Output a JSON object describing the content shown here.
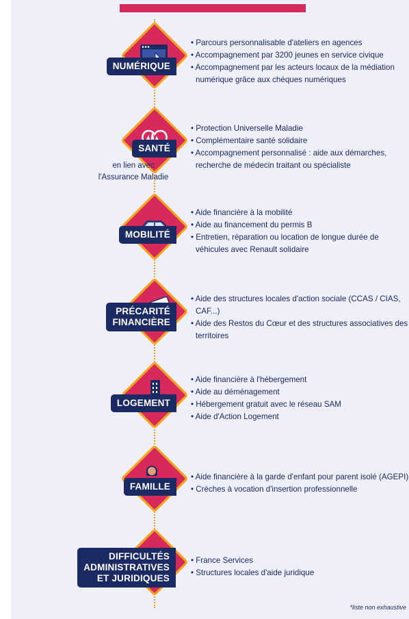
{
  "rows": [
    {
      "label": [
        "NUMÉRIQUE"
      ],
      "sublabel": [],
      "icon": "computer-cursor-icon",
      "items": [
        "Parcours personnalisable d'ateliers en agences",
        "Accompagnement par 3200 jeunes en service civique",
        "Accompagnement par les acteurs locaux de la médiation numérique grâce aux chèques numériques"
      ]
    },
    {
      "label": [
        "SANTÉ"
      ],
      "sublabel": [
        "en lien avec",
        "l'Assurance Maladie"
      ],
      "icon": "heartbeat-icon",
      "items": [
        "Protection Universelle Maladie",
        "Complémentaire santé solidaire",
        "Accompagnement personnalisé : aide aux démarches, recherche de médecin traitant ou spécialiste"
      ]
    },
    {
      "label": [
        "MOBILITÉ"
      ],
      "sublabel": [],
      "icon": "car-icon",
      "items": [
        "Aide financière à la mobilité",
        "Aide au financement du permis B",
        "Entretien, réparation ou location de longue durée de véhicules avec Renault solidaire"
      ]
    },
    {
      "label": [
        "PRÉCARITÉ",
        "FINANCIÈRE"
      ],
      "sublabel": [],
      "icon": "hand-money-icon",
      "items": [
        "Aide des structures locales d'action sociale (CCAS / CIAS, CAF...)",
        "Aide des Restos du Cœur et des structures associatives des territoires"
      ]
    },
    {
      "label": [
        "LOGEMENT"
      ],
      "sublabel": [],
      "icon": "building-icon",
      "items": [
        "Aide financière à l'hébergement",
        "Aide au déménagement",
        "Hébergement gratuit avec le réseau SAM",
        "Aide d'Action Logement"
      ]
    },
    {
      "label": [
        "FAMILLE"
      ],
      "sublabel": [],
      "icon": "parent-child-icon",
      "items": [
        "Aide financière à la garde d'enfant pour parent isolé (AGEPI)",
        "Crèches à vocation d'insertion professionnelle"
      ]
    },
    {
      "label": [
        "DIFFICULTÉS",
        "ADMINISTRATIVES",
        "ET JURIDIQUES"
      ],
      "sublabel": [],
      "icon": "documents-stack-icon",
      "items": [
        "France Services",
        "Structures locales d'aide juridique"
      ]
    }
  ],
  "footnote": "*liste non exhaustive",
  "colors": {
    "background": "#eeeff9",
    "navy": "#1b2a63",
    "diamond": "#d72a5b",
    "border": "#f4a321"
  }
}
